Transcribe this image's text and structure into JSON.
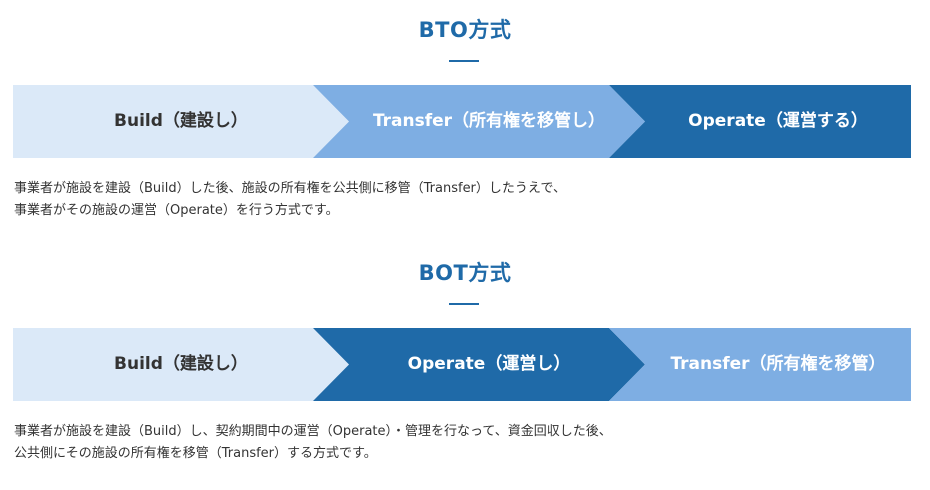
{
  "sections": [
    {
      "title": "BTO方式",
      "steps": [
        {
          "label": "Build（建設し）",
          "bg": "#dbe9f8",
          "fg": "#333333"
        },
        {
          "label": "Transfer（所有権を移管し）",
          "bg": "#7eaee3",
          "fg": "#ffffff"
        },
        {
          "label": "Operate（運営する）",
          "bg": "#1f6aa8",
          "fg": "#ffffff"
        }
      ],
      "description": [
        "事業者が施設を建設（Build）した後、施設の所有権を公共側に移管（Transfer）したうえで、",
        "事業者がその施設の運営（Operate）を行う方式です。"
      ]
    },
    {
      "title": "BOT方式",
      "steps": [
        {
          "label": "Build（建設し）",
          "bg": "#dbe9f8",
          "fg": "#333333"
        },
        {
          "label": "Operate（運営し）",
          "bg": "#1f6aa8",
          "fg": "#ffffff"
        },
        {
          "label": "Transfer（所有権を移管）",
          "bg": "#7eaee3",
          "fg": "#ffffff"
        }
      ],
      "description": [
        "事業者が施設を建設（Build）し、契約期間中の運営（Operate）・管理を行なって、資金回収した後、",
        "公共側にその施設の所有権を移管（Transfer）する方式です。"
      ]
    }
  ]
}
